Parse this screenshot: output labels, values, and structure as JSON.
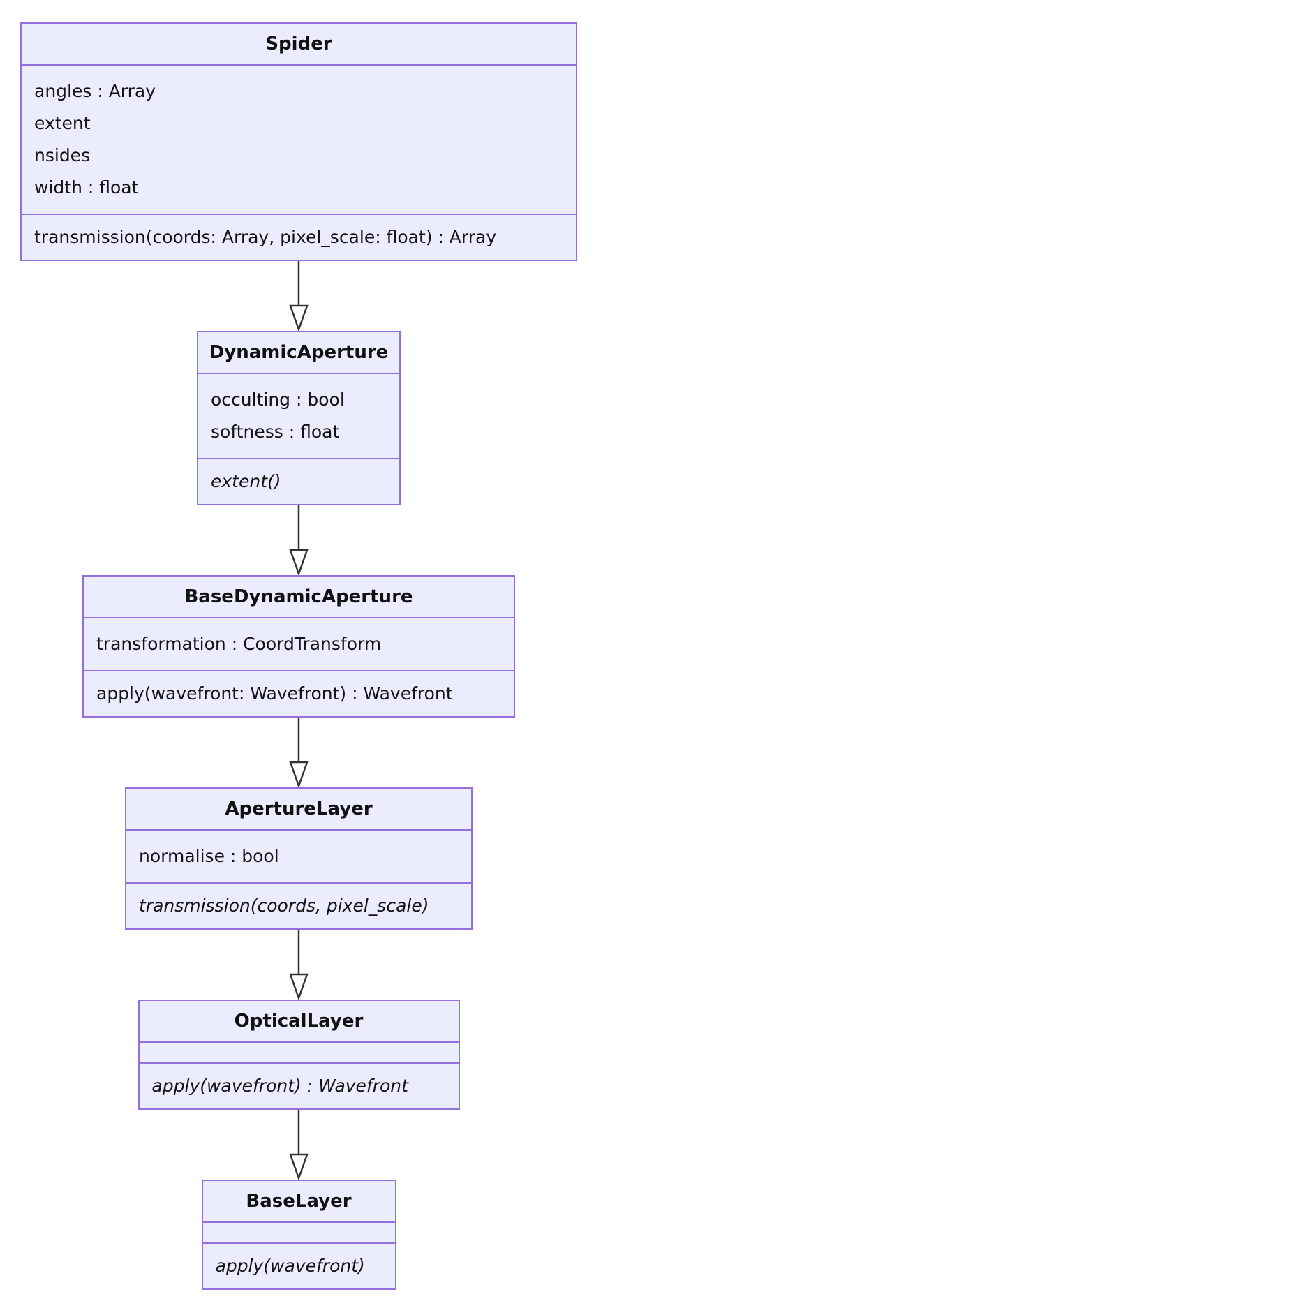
{
  "diagram": {
    "kind": "uml-class-diagram",
    "colors": {
      "box_fill": "#ECECFF",
      "box_border": "#9370DB",
      "text": "#131313",
      "arrow_stroke": "#333333",
      "background": "#FFFFFF"
    },
    "classes": [
      {
        "id": "spider",
        "name": "Spider",
        "attributes": [
          "angles : Array",
          "extent",
          "nsides",
          "width : float"
        ],
        "methods": [
          {
            "text": "transmission(coords: Array, pixel_scale: float) : Array",
            "abstract": false
          }
        ]
      },
      {
        "id": "dynamic-aperture",
        "name": "DynamicAperture",
        "attributes": [
          "occulting : bool",
          "softness : float"
        ],
        "methods": [
          {
            "text": "extent()",
            "abstract": true
          }
        ]
      },
      {
        "id": "base-dynamic-aperture",
        "name": "BaseDynamicAperture",
        "attributes": [
          "transformation : CoordTransform"
        ],
        "methods": [
          {
            "text": "apply(wavefront: Wavefront) : Wavefront",
            "abstract": false
          }
        ]
      },
      {
        "id": "aperture-layer",
        "name": "ApertureLayer",
        "attributes": [
          "normalise : bool"
        ],
        "methods": [
          {
            "text": "transmission(coords, pixel_scale)",
            "abstract": true
          }
        ]
      },
      {
        "id": "optical-layer",
        "name": "OpticalLayer",
        "attributes": [],
        "methods": [
          {
            "text": "apply(wavefront) : Wavefront",
            "abstract": true
          }
        ]
      },
      {
        "id": "base-layer",
        "name": "BaseLayer",
        "attributes": [],
        "methods": [
          {
            "text": "apply(wavefront)",
            "abstract": true
          }
        ]
      }
    ],
    "relations": [
      {
        "from": "Spider",
        "to": "DynamicAperture",
        "type": "inheritance"
      },
      {
        "from": "DynamicAperture",
        "to": "BaseDynamicAperture",
        "type": "inheritance"
      },
      {
        "from": "BaseDynamicAperture",
        "to": "ApertureLayer",
        "type": "inheritance"
      },
      {
        "from": "ApertureLayer",
        "to": "OpticalLayer",
        "type": "inheritance"
      },
      {
        "from": "OpticalLayer",
        "to": "BaseLayer",
        "type": "inheritance"
      }
    ]
  }
}
